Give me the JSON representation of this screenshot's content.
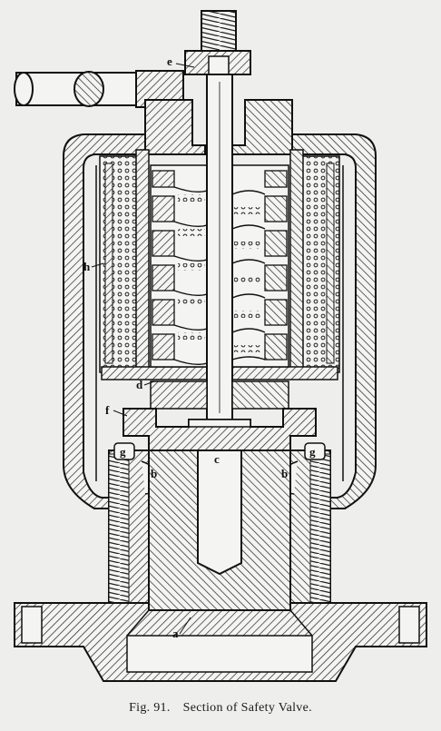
{
  "figure": {
    "number": "Fig. 91.",
    "title": "Section of Safety Valve."
  },
  "labels": {
    "a": "a",
    "b": "b",
    "c": "c",
    "d": "d",
    "e": "e",
    "f": "f",
    "g": "g",
    "h": "h"
  }
}
